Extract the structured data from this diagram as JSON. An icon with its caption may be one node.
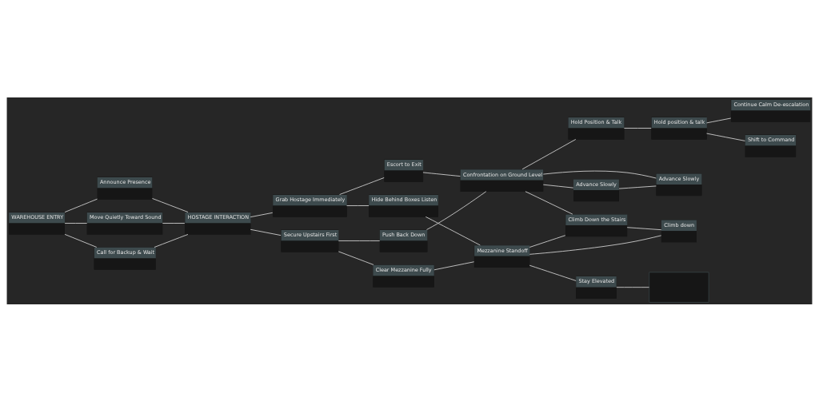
{
  "diagram": {
    "nodes": [
      {
        "text": [
          "WAREHOUSE ENTRY"
        ]
      },
      {
        "text": [
          "Announce Presence"
        ]
      },
      {
        "text": [
          "Move Quietly Toward Sound"
        ]
      },
      {
        "text": [
          "Call for Backup & Wait"
        ]
      },
      {
        "text": [
          "HOSTAGE INTERACTION"
        ]
      },
      {
        "text": [
          "Grab Hostage Immediately"
        ]
      },
      {
        "text": [
          "Escort to Exit"
        ]
      },
      {
        "text": [
          "Hide Behind Boxes Listen"
        ]
      },
      {
        "text": [
          "Confrontation on Ground Level"
        ]
      },
      {
        "text": [
          "Hold Position & Talk"
        ]
      },
      {
        "text": [
          "Hold position & talk"
        ]
      },
      {
        "text": [
          "Continue Calm De-escalation"
        ]
      },
      {
        "text": [
          "Shift to Command"
        ]
      },
      {
        "text": [
          "Advance Slowly"
        ]
      },
      {
        "text": [
          "Advance Slowly"
        ]
      },
      {
        "text": [
          "Climb Down the Stairs"
        ]
      },
      {
        "text": [
          "Secure Upstairs First"
        ]
      },
      {
        "text": [
          "Push Back Down"
        ]
      },
      {
        "text": [
          "Clear Mezzanine Fully"
        ]
      },
      {
        "text": [
          "Mezzanine Standoff"
        ]
      },
      {
        "text": [
          "Climb down"
        ]
      },
      {
        "text": [
          "Stay Elevated"
        ]
      },
      {
        "text": [],
        "shape": "box"
      }
    ],
    "edges": [
      {
        "from": 0,
        "to": 1,
        "arrow": "none"
      },
      {
        "from": 0,
        "to": 2,
        "arrow": "none"
      },
      {
        "from": 0,
        "to": 3,
        "arrow": "none"
      },
      {
        "from": 1,
        "to": 4,
        "arrow": "none"
      },
      {
        "from": 2,
        "to": 4,
        "arrow": "none"
      },
      {
        "from": 3,
        "to": 4,
        "arrow": "none"
      },
      {
        "from": 4,
        "to": 5,
        "arrow": "none"
      },
      {
        "from": 4,
        "to": 16,
        "arrow": "none"
      },
      {
        "from": 5,
        "to": 6,
        "arrow": "none"
      },
      {
        "from": 5,
        "to": 7,
        "arrow": "none"
      },
      {
        "from": 6,
        "to": 8,
        "arrow": "none"
      },
      {
        "from": 8,
        "to": 9,
        "arrow": "none"
      },
      {
        "from": 9,
        "to": 10,
        "arrow": "none"
      },
      {
        "from": 10,
        "to": 11,
        "arrow": "none"
      },
      {
        "from": 10,
        "to": 12,
        "arrow": "none"
      },
      {
        "from": 8,
        "to": 14,
        "arrow": "none"
      },
      {
        "from": 8,
        "to": 13,
        "arrow": "none"
      },
      {
        "from": 13,
        "to": 14,
        "arrow": "none"
      },
      {
        "from": 8,
        "to": 15,
        "arrow": "none"
      },
      {
        "from": 17,
        "to": 8,
        "arrow": "none"
      },
      {
        "from": 7,
        "to": 19,
        "arrow": "none"
      },
      {
        "from": 15,
        "to": 20,
        "arrow": "none"
      },
      {
        "from": 19,
        "to": 15,
        "arrow": "none"
      },
      {
        "from": 19,
        "to": 20,
        "arrow": "none"
      },
      {
        "from": 16,
        "to": 17,
        "arrow": "none"
      },
      {
        "from": 16,
        "to": 18,
        "arrow": "none"
      },
      {
        "from": 18,
        "to": 19,
        "arrow": "none"
      },
      {
        "from": 19,
        "to": 21,
        "arrow": "none"
      },
      {
        "from": 21,
        "to": 22,
        "arrow": "none"
      }
    ]
  }
}
